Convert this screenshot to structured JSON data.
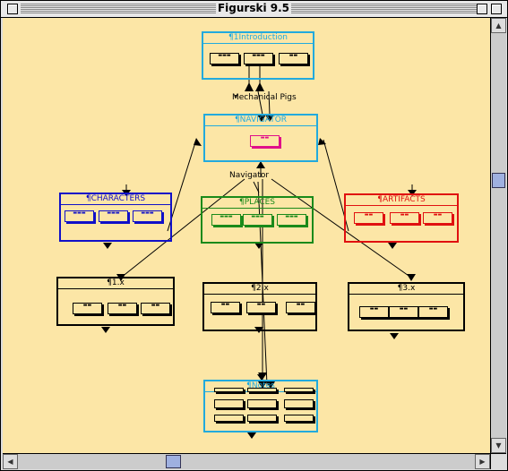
{
  "window": {
    "title": "Figurski 9.5"
  },
  "colors": {
    "canvas": "#fce6a6",
    "cyan": "#22aadd",
    "blue": "#1010c8",
    "green": "#1a8a1a",
    "red": "#e01010",
    "magenta": "#e0108a",
    "black": "#000000"
  },
  "nodes": {
    "introduction": {
      "label": "¶1Introduction"
    },
    "navigator": {
      "label": "¶NAVIGATOR"
    },
    "characters": {
      "label": "¶CHARACTERS"
    },
    "places": {
      "label": "¶PLACES"
    },
    "artifacts": {
      "label": "¶ARTIFACTS"
    },
    "one": {
      "label": "¶1.x"
    },
    "two": {
      "label": "¶2.x"
    },
    "three": {
      "label": "¶3.x"
    },
    "notes": {
      "label": "¶Notes"
    }
  },
  "links": {
    "mechanical_pigs": "Mechanical Pigs",
    "navigator": "Navigator"
  }
}
